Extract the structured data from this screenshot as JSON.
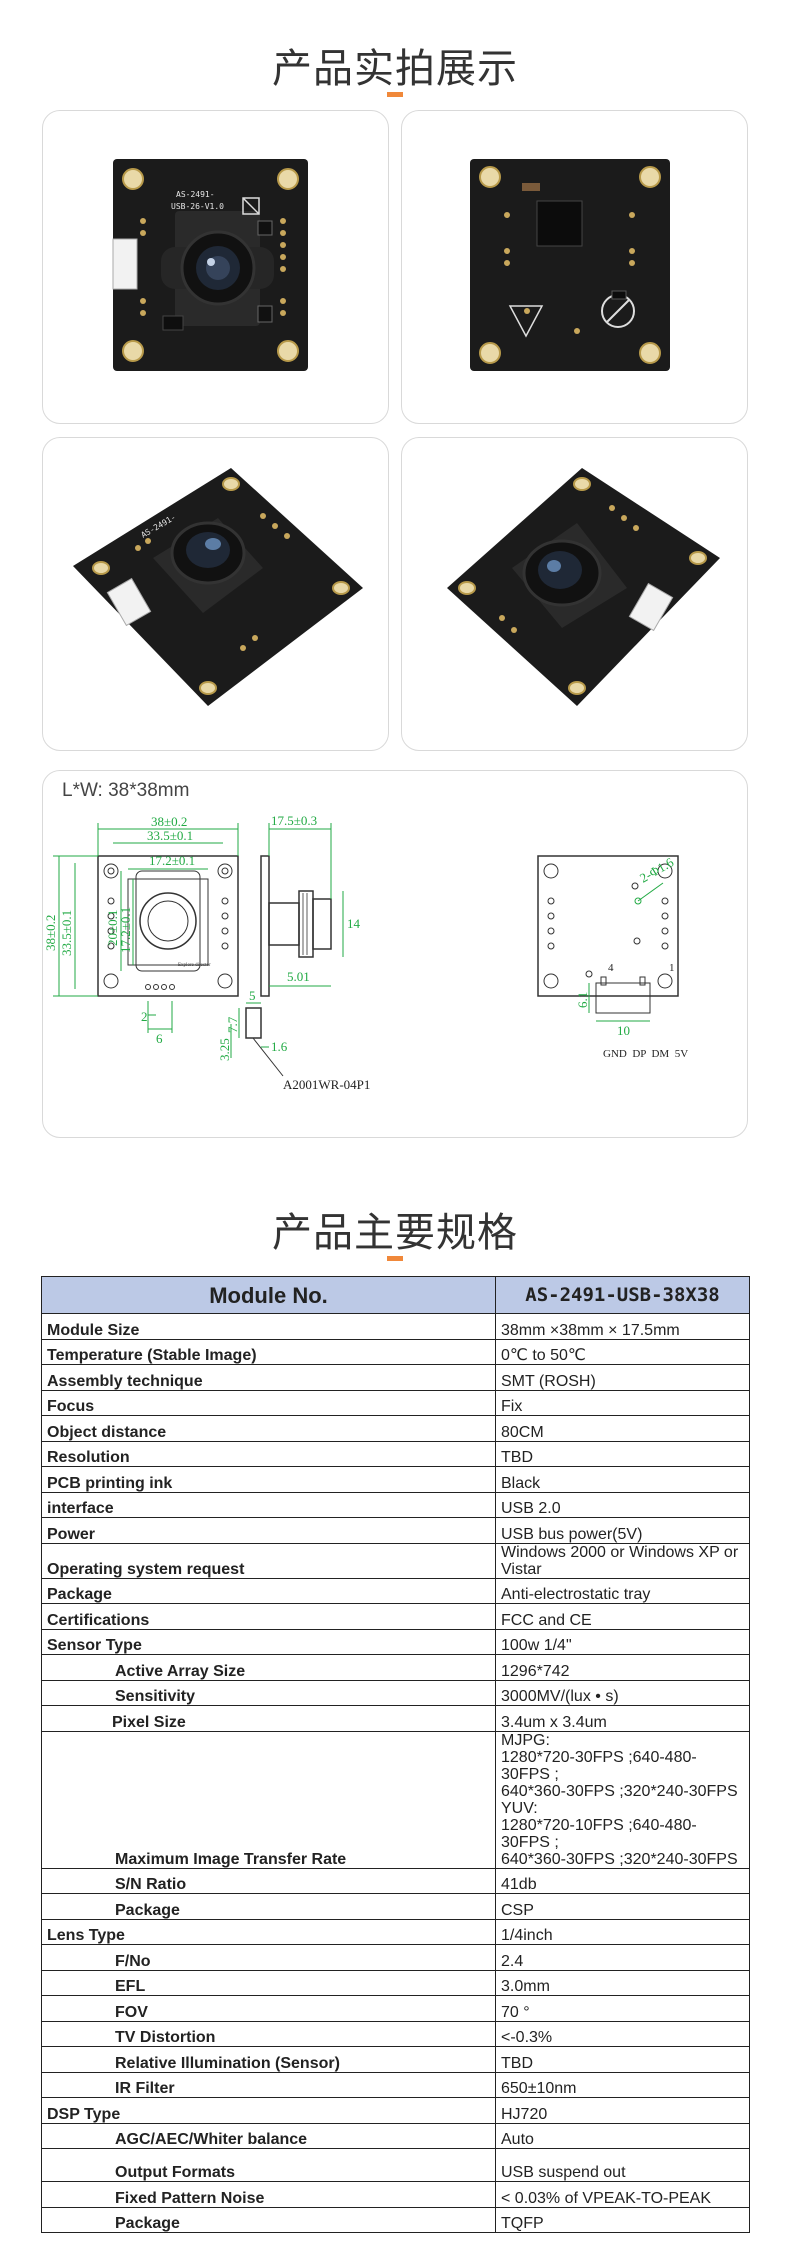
{
  "section1": {
    "title": "产品实拍展示"
  },
  "photos": [
    {
      "label_lines": [
        "AS-2491-",
        "USB-26-V1.0"
      ]
    },
    {},
    {
      "label_lines": [
        "AS-2491-"
      ]
    },
    {}
  ],
  "drawing": {
    "dimension_label": "L*W: 38*38mm",
    "front": {
      "width": "38±0.2",
      "width_inner": "33.5±0.1",
      "lens_holder": "17.2±0.1",
      "height": "38±0.2",
      "height_inner": "33.5±0.1",
      "holder_h1": "20±0.1",
      "holder_h2": "17.2±0.1",
      "pin_pitch": "2",
      "pin_span": "6"
    },
    "side": {
      "depth": "17.5±0.3",
      "lens_h": "14",
      "board_t": "5.01",
      "conn_w": "5",
      "conn_h": "7.7",
      "conn_off": "3.25",
      "conn_t": "1.6",
      "connector_part": "A2001WR-04P1"
    },
    "back": {
      "hole": "2-Φ1.6",
      "pin1": "1",
      "pin4": "4",
      "conn_h": "6.1",
      "conn_w": "10",
      "pinout": "GND  DP  DM  5V"
    }
  },
  "section2": {
    "title": "产品主要规格"
  },
  "spec_table": {
    "header": {
      "key": "Module No.",
      "value": "AS-2491-USB-38X38"
    },
    "rows": [
      {
        "k": "Module Size",
        "v": "38mm ×38mm × 17.5mm"
      },
      {
        "k": "Temperature (Stable Image)",
        "v": "0℃ to 50℃"
      },
      {
        "k": "Assembly technique",
        "v": "SMT (ROSH)"
      },
      {
        "k": "Focus",
        "v": "Fix"
      },
      {
        "k": "Object distance",
        "v": "80CM"
      },
      {
        "k": "Resolution",
        "v": "TBD"
      },
      {
        "k": "PCB printing ink",
        "v": "Black"
      },
      {
        "k": "interface",
        "v": "USB 2.0"
      },
      {
        "k": "Power",
        "v": "USB bus power(5V)"
      },
      {
        "k": "Operating system request",
        "v": "Windows 2000 or Windows XP or Vistar"
      },
      {
        "k": "Package",
        "v": "Anti-electrostatic tray"
      },
      {
        "k": "Certifications",
        "v": "FCC and CE"
      },
      {
        "k": "Sensor Type",
        "v": "100w  1/4\""
      },
      {
        "k": "Active Array Size",
        "v": "1296*742",
        "sub": true
      },
      {
        "k": "Sensitivity",
        "v": "3000MV/(lux • s)",
        "sub": true
      },
      {
        "k": "Pixel Size",
        "v": "3.4um x 3.4um",
        "sub2": true
      },
      {
        "k": "Maximum Image Transfer Rate",
        "v": "MJPG:\n 1280*720-30FPS ;640-480-30FPS ;\n 640*360-30FPS ;320*240-30FPS\nYUV:\n 1280*720-10FPS ;640-480-30FPS ;\n 640*360-30FPS ;320*240-30FPS",
        "sub": true,
        "tall": true
      },
      {
        "k": "S/N Ratio",
        "v": "41db",
        "sub": true
      },
      {
        "k": "Package",
        "v": "CSP",
        "sub": true
      },
      {
        "k": "Lens Type",
        "v": "1/4inch"
      },
      {
        "k": "F/No",
        "v": "2.4",
        "sub": true
      },
      {
        "k": "EFL",
        "v": "3.0mm",
        "sub": true
      },
      {
        "k": "FOV",
        "v": "70 °",
        "sub": true
      },
      {
        "k": "TV Distortion",
        "v": "<-0.3%",
        "sub": true
      },
      {
        "k": "Relative Illumination (Sensor)",
        "v": "TBD",
        "sub": true
      },
      {
        "k": "IR Filter",
        "v": "650±10nm",
        "sub": true
      },
      {
        "k": "DSP Type",
        "v": "HJ720"
      },
      {
        "k": "AGC/AEC/Whiter balance",
        "v": "Auto",
        "sub": true
      },
      {
        "k": "Output Formats",
        "v": "USB suspend out",
        "sub": true,
        "mid": true
      },
      {
        "k": "Fixed Pattern Noise",
        "v": "< 0.03% of VPEAK-TO-PEAK",
        "sub": true
      },
      {
        "k": "Package",
        "v": "TQFP",
        "sub": true
      }
    ]
  }
}
